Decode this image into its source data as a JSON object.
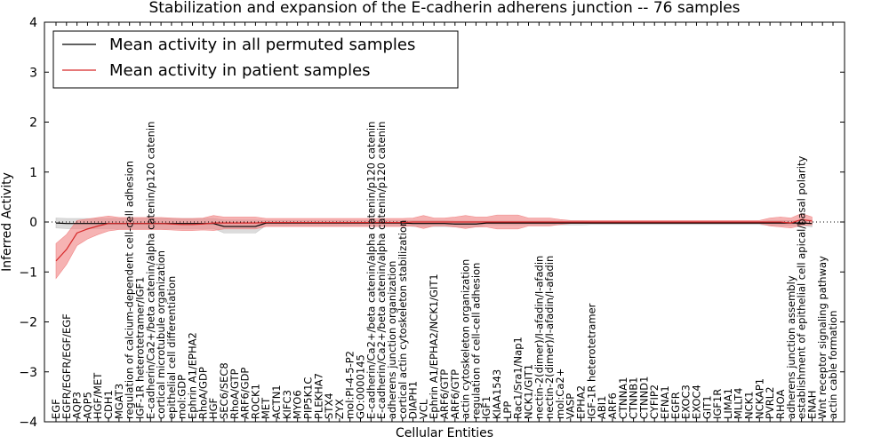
{
  "chart_data": {
    "type": "line",
    "title": "Stabilization and expansion of the E-cadherin adherens junction -- 76 samples",
    "xlabel": "Cellular Entities",
    "ylabel": "Inferred Activity",
    "ylim": [
      -4,
      4
    ],
    "yticks": [
      -4,
      -3,
      -2,
      -1,
      0,
      1,
      2,
      3,
      4
    ],
    "grid": false,
    "legend_placement": "top-left",
    "categories": [
      "EGF",
      "EGFR/EGFR/EGF/EGF",
      "AQP3",
      "AQP5",
      "HGF/MET",
      "CDH1",
      "MGAT3",
      "regulation of calcium-dependent cell-cell adhesion",
      "IGF-1R heterotetramer/IGF1",
      "E-cadherin/Ca2+/beta catenin/alpha catenin/p120 catenin",
      "cortical microtubule organization",
      "epithelial cell differentiation",
      "mol:GDP",
      "Ephrin A1/EPHA2",
      "RhoA/GDP",
      "HGF",
      "SEC6/SEC8",
      "RhoA/GTP",
      "ARF6/GDP",
      "ROCK1",
      "MET",
      "ACTN1",
      "KIFC3",
      "MYO6",
      "PIP5K1C",
      "PLEKHA7",
      "STX4",
      "ZYX",
      "mol:PI-4-5-P2",
      "GO:0000145",
      "E-cadherin/Ca2+/beta catenin/alpha catenin/p120 catenin",
      "E-cadherin/Ca2+/beta catenin/alpha catenin/p120 catenin",
      "adherens junction organization",
      "cortical actin cytoskeleton stabilization",
      "DIAPH1",
      "VCL",
      "Ephrin A1/EPHA2/NCK1/GIT1",
      "ARF6/GTP",
      "ARF6/GTP",
      "actin cytoskeleton organization",
      "regulation of cell-cell adhesion",
      "IGF1",
      "KIAA1543",
      "LPP",
      "Rac1/Sra1/Nap1",
      "NCK1/GIT1",
      "nectin-2(dimer)/I-afadin/I-afadin",
      "nectin-2(dimer)/I-afadin/I-afadin",
      "mol:Ca2+",
      "VASP",
      "EPHA2",
      "IGF-1R heterotetramer",
      "ABI1",
      "ARF6",
      "CTNNA1",
      "CTNNB1",
      "CTNND1",
      "CYFIP2",
      "EFNA1",
      "EGFR",
      "EXOC3",
      "EXOC4",
      "GIT1",
      "IGF1R",
      "LIMA1",
      "MLLT4",
      "NCK1",
      "NCKAP1",
      "PVRL2",
      "RHOA",
      "adherens junction assembly",
      "establishment of epithelial cell apical/basal polarity",
      "ENAH",
      "Wnt receptor signaling pathway",
      "actin cable formation"
    ],
    "series": [
      {
        "name": "Mean activity in all permuted samples",
        "color": "#000000",
        "band_color": "#c0c0c0",
        "values": [
          -0.02,
          -0.03,
          -0.03,
          -0.03,
          -0.03,
          -0.03,
          -0.03,
          -0.03,
          -0.03,
          -0.03,
          -0.03,
          -0.03,
          -0.03,
          -0.03,
          -0.03,
          -0.03,
          -0.09,
          -0.09,
          -0.09,
          -0.09,
          -0.02,
          -0.02,
          -0.02,
          -0.02,
          -0.02,
          -0.02,
          -0.02,
          -0.02,
          -0.02,
          -0.02,
          -0.02,
          -0.02,
          -0.02,
          -0.02,
          -0.03,
          -0.03,
          -0.03,
          -0.03,
          -0.04,
          -0.04,
          -0.04,
          -0.02,
          -0.02,
          -0.02,
          -0.02,
          -0.02,
          -0.02,
          -0.02,
          -0.02,
          -0.02,
          -0.02,
          -0.02,
          -0.02,
          -0.02,
          -0.02,
          -0.02,
          -0.02,
          -0.02,
          -0.02,
          -0.02,
          -0.02,
          -0.02,
          -0.02,
          -0.02,
          -0.02,
          -0.02,
          -0.02,
          -0.02,
          -0.02,
          -0.02,
          -0.02,
          -0.02,
          -0.03
        ],
        "band_half_width": [
          0.1,
          0.1,
          0.1,
          0.1,
          0.1,
          0.1,
          0.1,
          0.1,
          0.1,
          0.1,
          0.1,
          0.1,
          0.1,
          0.1,
          0.1,
          0.1,
          0.13,
          0.13,
          0.13,
          0.13,
          0.05,
          0.05,
          0.05,
          0.05,
          0.05,
          0.05,
          0.05,
          0.05,
          0.05,
          0.05,
          0.05,
          0.05,
          0.05,
          0.05,
          0.06,
          0.06,
          0.06,
          0.06,
          0.06,
          0.06,
          0.06,
          0.04,
          0.04,
          0.04,
          0.04,
          0.04,
          0.04,
          0.04,
          0.04,
          0.04,
          0.04,
          0.03,
          0.03,
          0.03,
          0.03,
          0.03,
          0.03,
          0.03,
          0.03,
          0.03,
          0.03,
          0.03,
          0.03,
          0.03,
          0.03,
          0.03,
          0.03,
          0.03,
          0.05,
          0.05,
          0.05,
          0.05,
          0.07
        ]
      },
      {
        "name": "Mean activity in patient samples",
        "color": "#d62728",
        "band_color": "#f08080",
        "values": [
          -0.78,
          -0.55,
          -0.22,
          -0.14,
          -0.08,
          -0.03,
          -0.03,
          -0.03,
          -0.03,
          -0.03,
          -0.03,
          -0.04,
          -0.05,
          -0.05,
          -0.04,
          -0.02,
          -0.02,
          -0.02,
          -0.02,
          -0.02,
          -0.01,
          -0.01,
          -0.01,
          -0.01,
          -0.01,
          -0.01,
          -0.01,
          -0.01,
          -0.01,
          -0.01,
          -0.01,
          -0.01,
          -0.01,
          -0.01,
          0.0,
          0.0,
          0.0,
          0.0,
          0.0,
          0.0,
          0.0,
          0.0,
          0.0,
          0.0,
          0.0,
          0.0,
          0.0,
          0.0,
          0.0,
          0.0,
          0.0,
          0.0,
          0.0,
          0.0,
          0.0,
          0.0,
          0.0,
          0.0,
          0.0,
          0.0,
          0.0,
          0.0,
          0.0,
          0.0,
          0.0,
          0.0,
          0.0,
          0.0,
          0.0,
          0.0,
          -0.02,
          0.05,
          0.02
        ],
        "band_half_width": [
          0.35,
          0.3,
          0.25,
          0.2,
          0.17,
          0.15,
          0.12,
          0.12,
          0.12,
          0.12,
          0.12,
          0.12,
          0.12,
          0.12,
          0.12,
          0.15,
          0.12,
          0.12,
          0.12,
          0.12,
          0.08,
          0.08,
          0.08,
          0.08,
          0.08,
          0.08,
          0.08,
          0.08,
          0.08,
          0.08,
          0.08,
          0.08,
          0.08,
          0.08,
          0.08,
          0.13,
          0.08,
          0.08,
          0.1,
          0.13,
          0.1,
          0.1,
          0.14,
          0.14,
          0.14,
          0.08,
          0.08,
          0.08,
          0.05,
          0.03,
          0.03,
          0.03,
          0.03,
          0.03,
          0.03,
          0.03,
          0.03,
          0.03,
          0.03,
          0.03,
          0.03,
          0.03,
          0.03,
          0.03,
          0.03,
          0.03,
          0.03,
          0.03,
          0.08,
          0.1,
          0.1,
          0.12,
          0.08
        ]
      }
    ]
  }
}
